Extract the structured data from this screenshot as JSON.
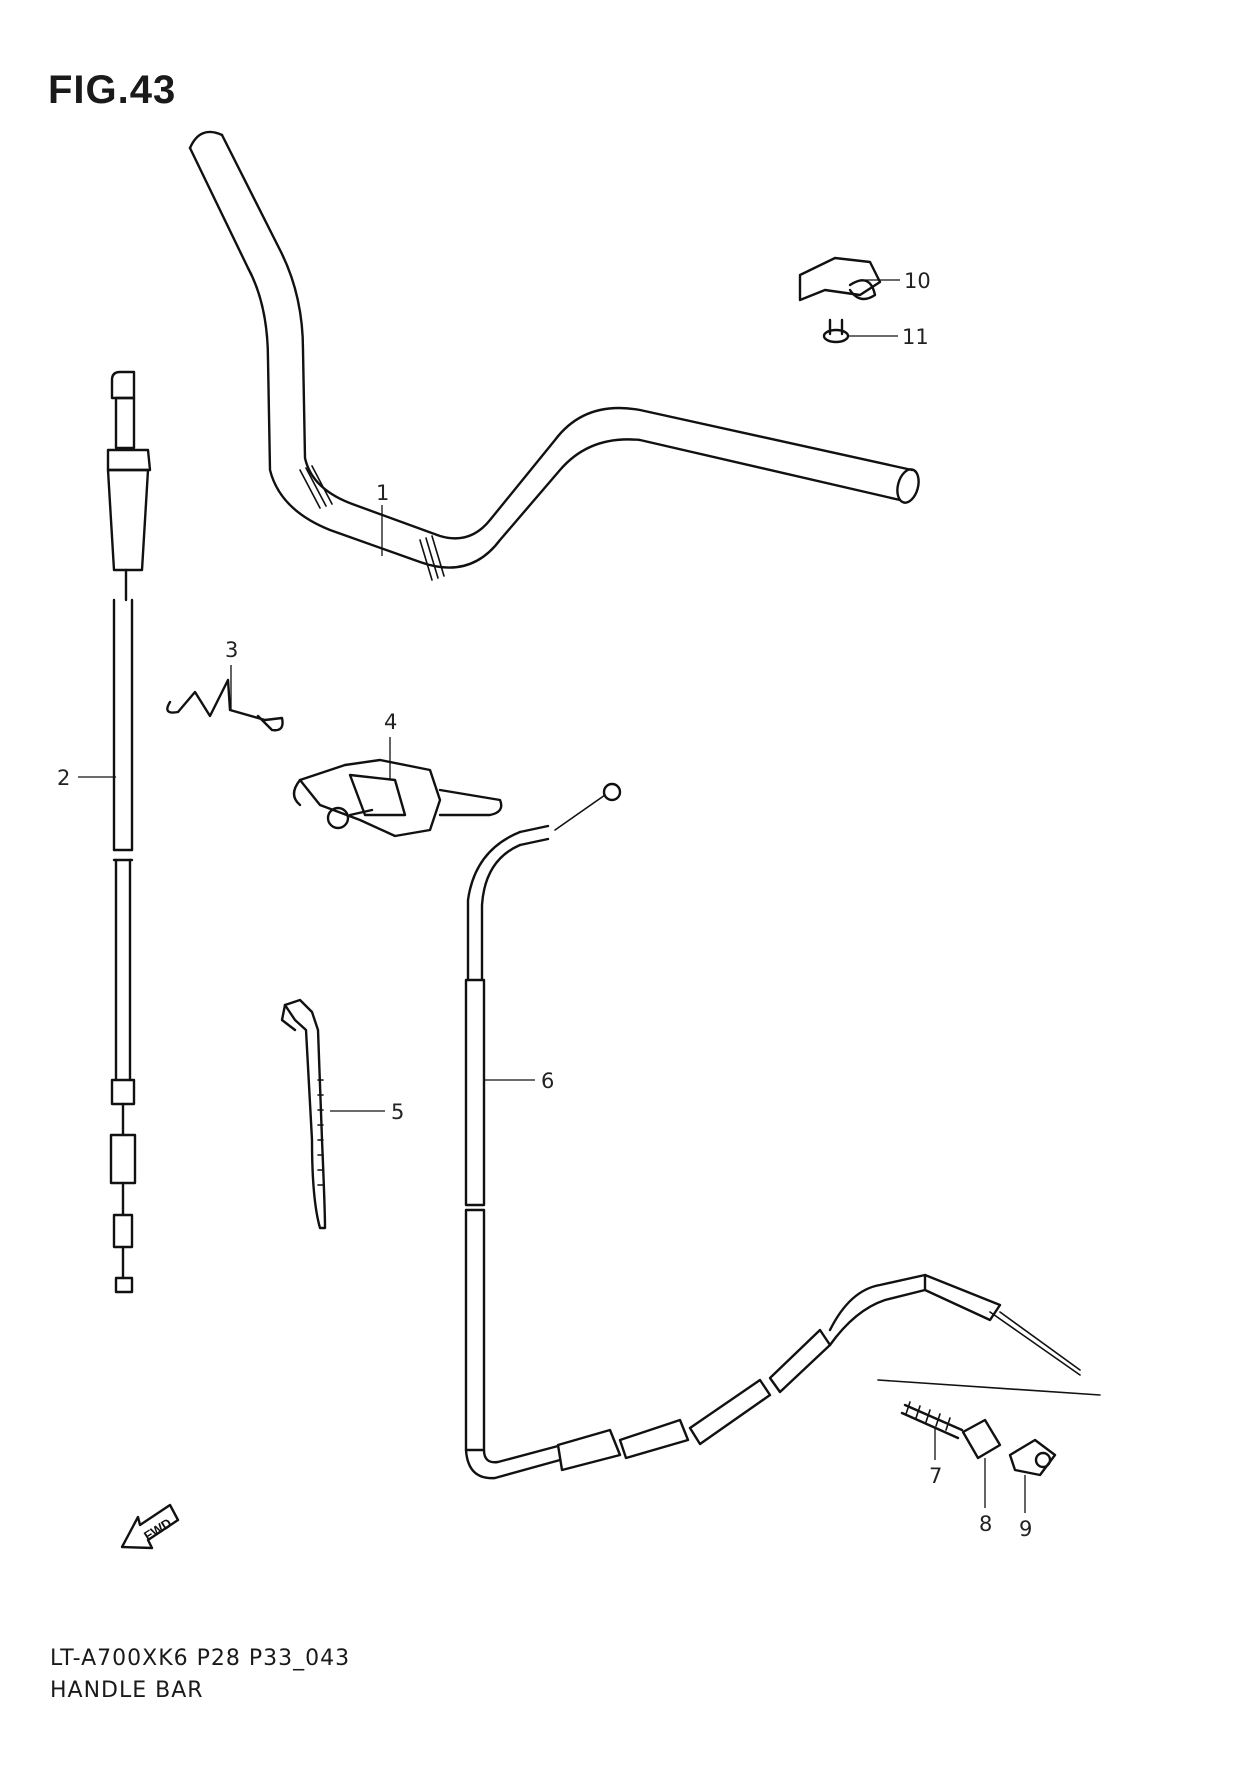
{
  "figure": {
    "title": "FIG.43"
  },
  "footer": {
    "code": "LT-A700XK6 P28 P33_043",
    "name": "HANDLE BAR"
  },
  "fwd_badge": "FWD",
  "callouts": [
    "1",
    "2",
    "3",
    "4",
    "5",
    "6",
    "7",
    "8",
    "9",
    "10",
    "11"
  ]
}
